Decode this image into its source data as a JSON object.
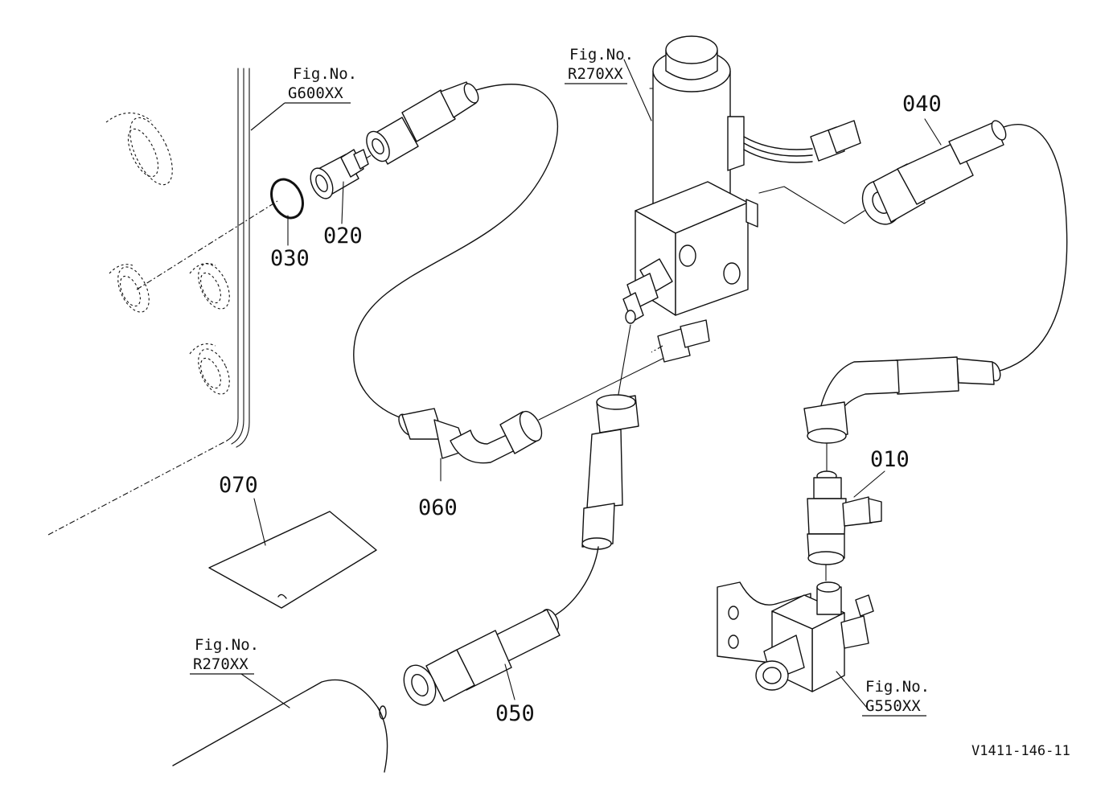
{
  "parts": {
    "p010": "010",
    "p020": "020",
    "p030": "030",
    "p040": "040",
    "p050": "050",
    "p060": "060",
    "p070": "070"
  },
  "references": {
    "g600": {
      "line1": "Fig.No.",
      "line2": "G600XX"
    },
    "r270_top": {
      "line1": "Fig.No.",
      "line2": "R270XX"
    },
    "r270_bottom": {
      "line1": "Fig.No.",
      "line2": "R270XX"
    },
    "g550": {
      "line1": "Fig.No.",
      "line2": "G550XX"
    }
  },
  "drawing_code": "V1411-146-11"
}
